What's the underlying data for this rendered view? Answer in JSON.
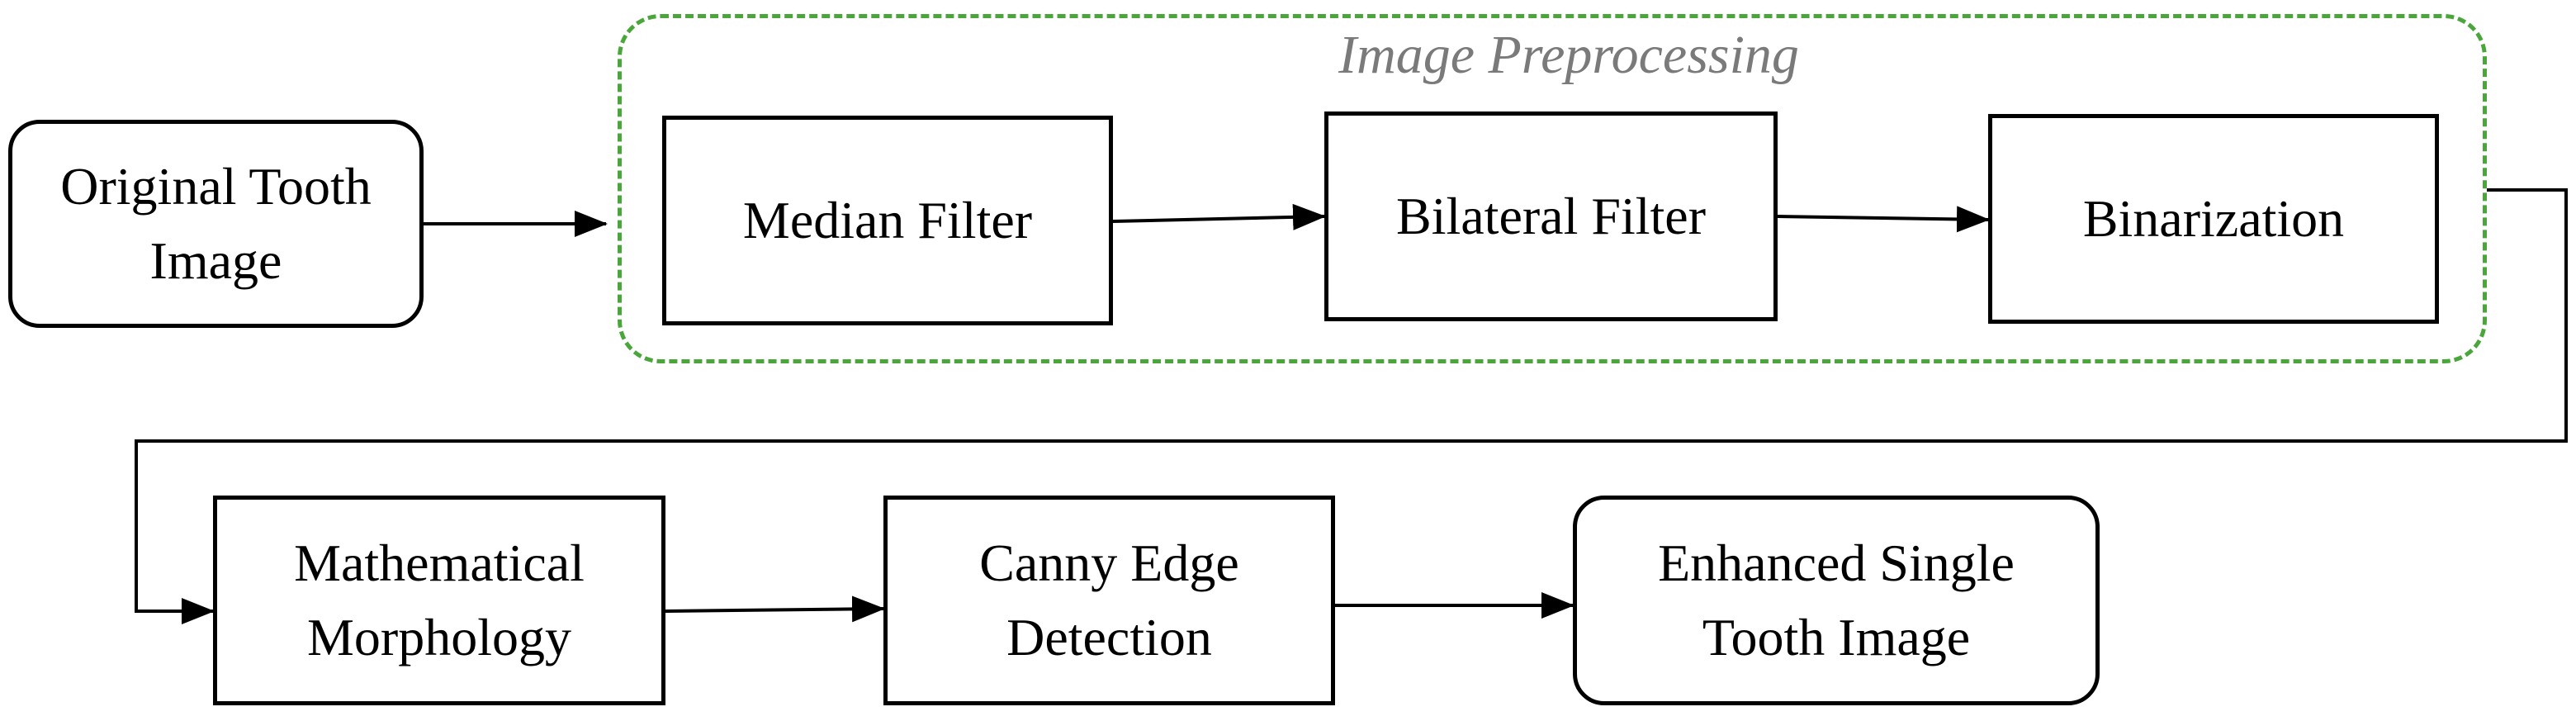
{
  "diagram": {
    "group": {
      "title": "Image Preprocessing",
      "border_color": "#4aa63a",
      "title_color": "#7a7a7a"
    },
    "nodes": {
      "original": {
        "line1": "Original Tooth",
        "line2": "Image"
      },
      "median": {
        "label": "Median Filter"
      },
      "bilateral": {
        "label": "Bilateral Filter"
      },
      "binarization": {
        "label": "Binarization"
      },
      "morphology": {
        "line1": "Mathematical",
        "line2": "Morphology"
      },
      "canny": {
        "line1": "Canny Edge",
        "line2": "Detection"
      },
      "enhanced": {
        "line1": "Enhanced Single",
        "line2": "Tooth Image"
      }
    },
    "edges": [
      {
        "from": "original",
        "to": "median"
      },
      {
        "from": "median",
        "to": "bilateral"
      },
      {
        "from": "bilateral",
        "to": "binarization"
      },
      {
        "from": "binarization",
        "to": "morphology"
      },
      {
        "from": "morphology",
        "to": "canny"
      },
      {
        "from": "canny",
        "to": "enhanced"
      }
    ],
    "line_color": "#000000"
  }
}
